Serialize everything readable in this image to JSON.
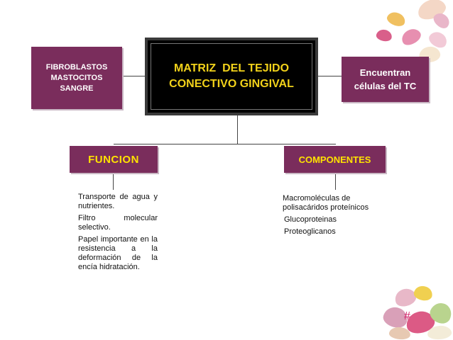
{
  "main": {
    "line1": "MATRIZ  DEL TEJIDO",
    "line2": "CONECTIVO GINGIVAL"
  },
  "left_box": {
    "lines": [
      "FIBROBLASTOS",
      "MASTOCITOS",
      "SANGRE"
    ]
  },
  "right_box": {
    "lines": [
      "Encuentran",
      "células del TC"
    ]
  },
  "funcion": {
    "title": "FUNCION",
    "items": [
      "Transporte de agua y nutrientes.",
      "Filtro molecular selectivo.",
      "Papel importante en la resistencia a la deformación de la encía hidratación."
    ]
  },
  "componentes": {
    "title": "COMPONENTES",
    "items": [
      "Macromoléculas de polisacáridos proteínicos",
      "Glucoproteinas",
      "Proteoglicanos"
    ]
  },
  "footer": {
    "page_marker": "#"
  },
  "colors": {
    "purple": "#7a2d5c",
    "tab_text": "#ffe300",
    "main_text": "#f2d21a",
    "page_marker": "#d4206a"
  }
}
